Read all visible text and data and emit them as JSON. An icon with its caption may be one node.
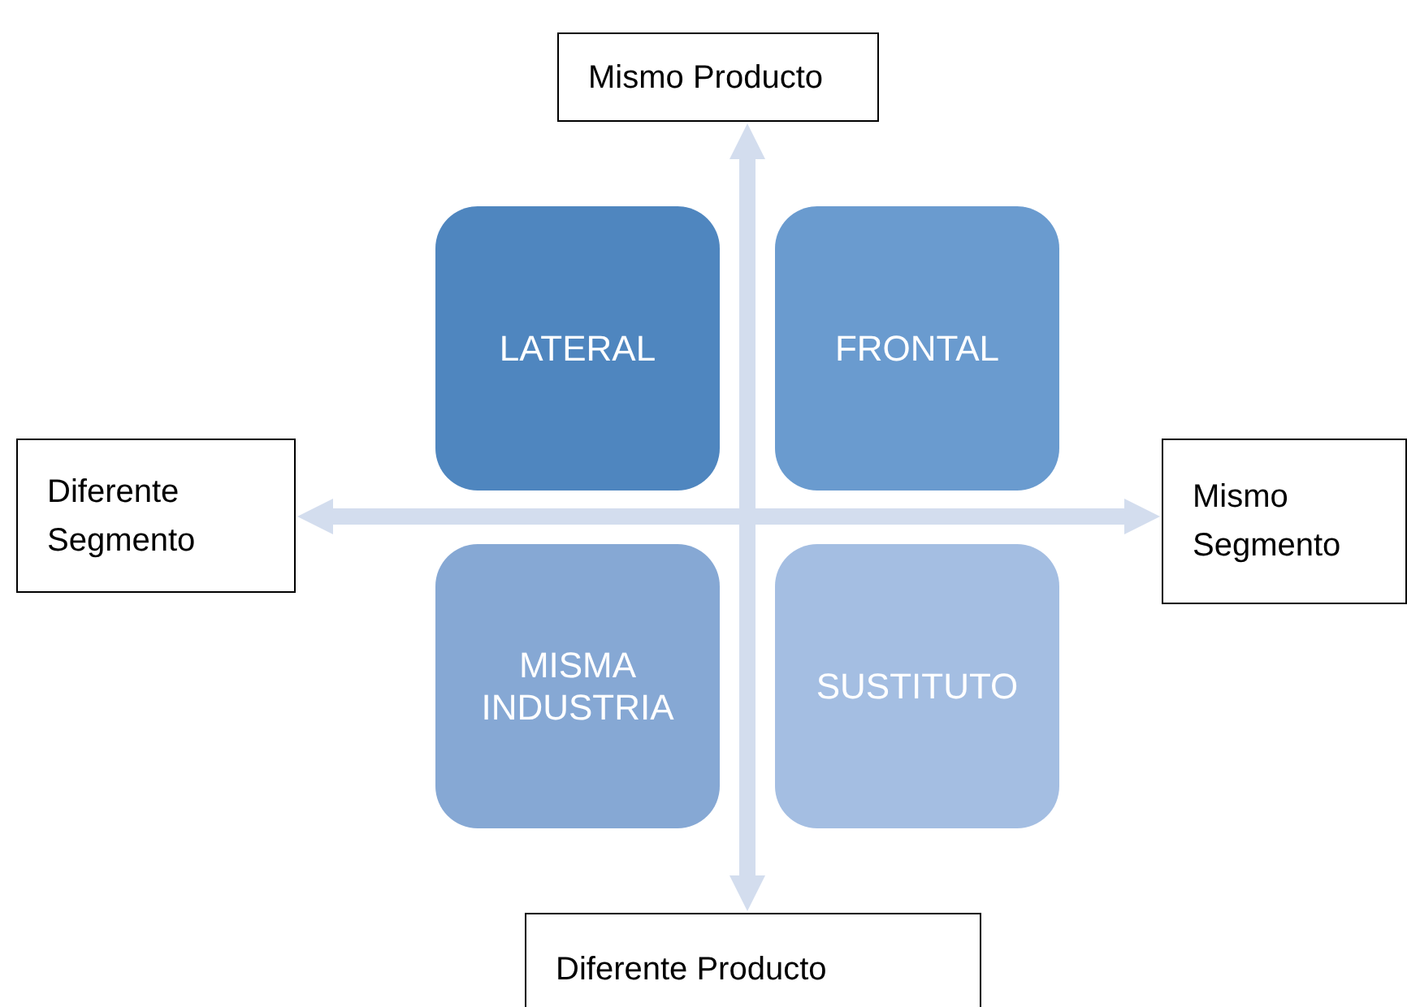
{
  "diagram": {
    "nodes": [
      {
        "text": [
          "Mismo Producto"
        ]
      },
      {
        "text": [
          "LATERAL"
        ]
      },
      {
        "text": [
          "FRONTAL"
        ]
      },
      {
        "text": [
          "Diferente Segmento"
        ]
      },
      {
        "text": [
          "Mismo Segmento"
        ]
      },
      {
        "text": [
          "MISMA INDUSTRIA"
        ]
      },
      {
        "text": [
          "SUSTITUTO"
        ]
      },
      {
        "text": [
          "Diferente Producto"
        ]
      }
    ],
    "edges": [
      {
        "from": 0,
        "to": 7,
        "arrow": "both"
      },
      {
        "from": 3,
        "to": 4,
        "arrow": "both"
      }
    ]
  }
}
